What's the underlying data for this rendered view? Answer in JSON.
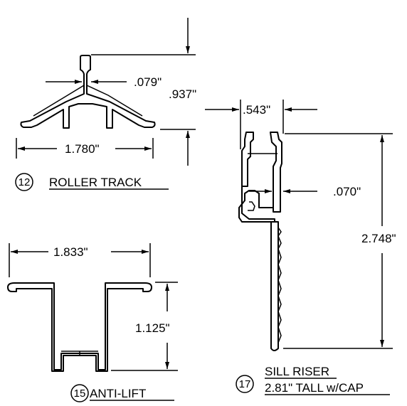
{
  "roller_track": {
    "number": "12",
    "caption": "ROLLER TRACK",
    "dim_stem": ".079\"",
    "dim_height": ".937\"",
    "dim_width": "1.780\""
  },
  "anti_lift": {
    "number": "15",
    "caption": "ANTI-LIFT",
    "dim_width": "1.833\"",
    "dim_height": "1.125\""
  },
  "sill_riser": {
    "number": "17",
    "caption_line1": "SILL RISER",
    "caption_line2": "2.81\" TALL w/CAP",
    "dim_width": ".543\"",
    "dim_wall": ".070\"",
    "dim_height": "2.748\""
  }
}
